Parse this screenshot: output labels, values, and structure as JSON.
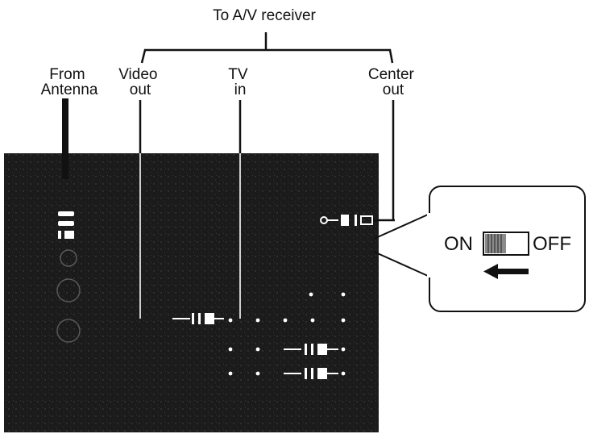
{
  "title": "To A/V receiver",
  "labels": {
    "from_antenna": [
      "From",
      "Antenna"
    ],
    "video_out": [
      "Video",
      "out"
    ],
    "tv_in": [
      "TV",
      "in"
    ],
    "center_out": [
      "Center",
      "out"
    ]
  },
  "switch": {
    "on_label": "ON",
    "off_label": "OFF",
    "position": "ON"
  },
  "colors": {
    "panel": "#1b1b1b",
    "line": "#111111",
    "background": "#ffffff"
  }
}
